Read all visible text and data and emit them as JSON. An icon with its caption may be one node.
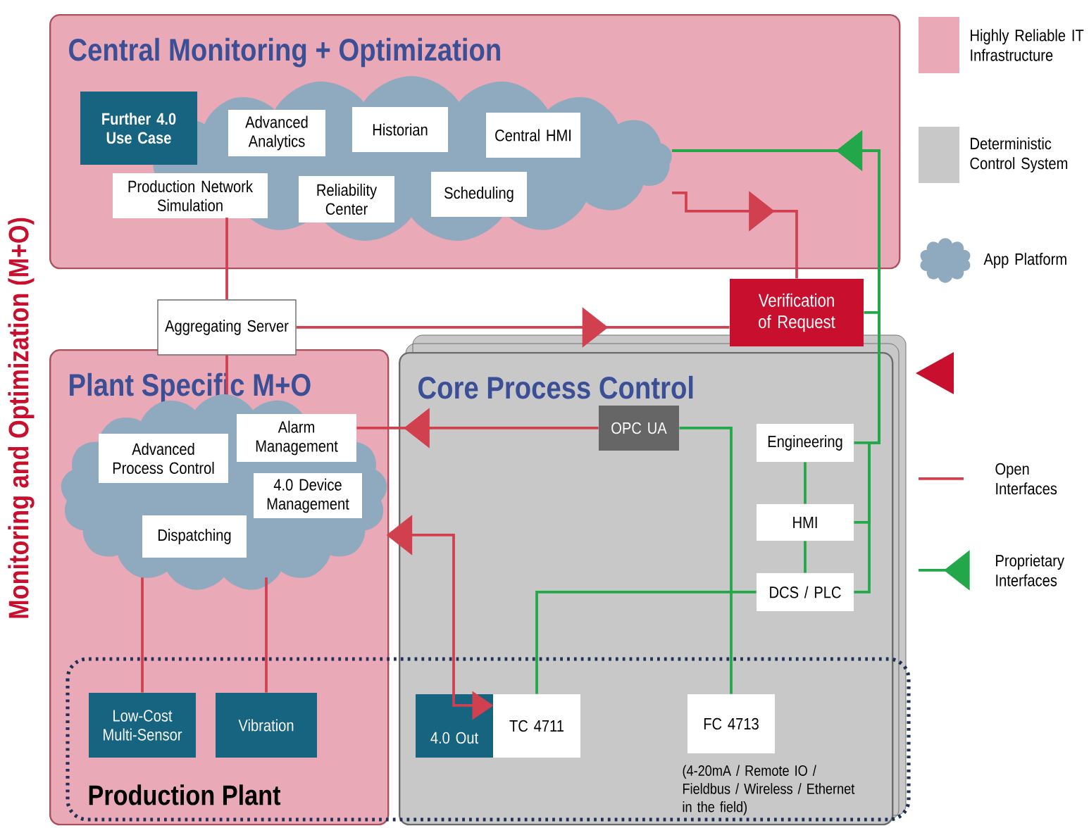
{
  "diagram": {
    "nodes": [
      {
        "text": [
          "Central Monitoring + Optimization"
        ]
      },
      {
        "text": [],
        "shape": "cloud",
        "in": 0
      },
      {
        "text": [
          "Further 4.0 Use Case"
        ],
        "in": 0
      },
      {
        "text": [
          "Advanced Analytics"
        ],
        "in": 1
      },
      {
        "text": [
          "Historian"
        ],
        "in": 1
      },
      {
        "text": [
          "Central HMI"
        ],
        "in": 1
      },
      {
        "text": [
          "Production Network Simulation"
        ],
        "in": 0
      },
      {
        "text": [
          "Reliability Center"
        ],
        "in": 1
      },
      {
        "text": [
          "Scheduling"
        ],
        "in": 1
      },
      {
        "text": [
          "Aggregating Server"
        ]
      },
      {
        "text": [
          "Verification of Request"
        ]
      },
      {
        "text": [
          "Plant  Specific M+O"
        ]
      },
      {
        "text": [],
        "shape": "cloud",
        "in": 11
      },
      {
        "text": [
          "Advanced Process Control"
        ],
        "in": 12
      },
      {
        "text": [
          "Alarm Management"
        ],
        "in": 12
      },
      {
        "text": [
          "4.0 Device Management"
        ],
        "in": 12
      },
      {
        "text": [
          "Dispatching"
        ],
        "in": 12
      },
      {
        "text": [
          "Core Process Control"
        ]
      },
      {
        "text": [
          "OPC UA"
        ],
        "in": 17
      },
      {
        "text": [
          "Engineering"
        ],
        "in": 17
      },
      {
        "text": [
          "HMI"
        ],
        "in": 17
      },
      {
        "text": [
          "DCS / PLC"
        ],
        "in": 17
      },
      {
        "text": [
          "Low-Cost Multi-Sensor"
        ],
        "in": 11
      },
      {
        "text": [
          "Vibration"
        ],
        "in": 11
      },
      {
        "text": [
          "4.0 Out"
        ],
        "in": 17
      },
      {
        "text": [
          "TC 4711"
        ],
        "in": 17
      },
      {
        "text": [
          "FC 4713"
        ],
        "in": 17
      }
    ],
    "edges": [
      {
        "from": 1,
        "to": 9,
        "arrow": "none"
      },
      {
        "from": 9,
        "to": 12,
        "arrow": "none"
      },
      {
        "from": 9,
        "to": 10,
        "arrow": "to"
      },
      {
        "from": 1,
        "to": 10,
        "arrow": "to"
      },
      {
        "from": 18,
        "to": 14,
        "arrow": "to"
      },
      {
        "from": 12,
        "to": 22,
        "arrow": "none"
      },
      {
        "from": 12,
        "to": 23,
        "arrow": "none"
      },
      {
        "from": 24,
        "to": 12,
        "arrow": "both"
      },
      {
        "from": 19,
        "to": 1,
        "arrow": "to",
        "color": "#22a84a"
      },
      {
        "from": 20,
        "to": 1,
        "arrow": "to",
        "color": "#22a84a"
      },
      {
        "from": 21,
        "to": 1,
        "arrow": "to",
        "color": "#22a84a"
      },
      {
        "from": 10,
        "to": 1,
        "arrow": "to",
        "color": "#22a84a"
      },
      {
        "from": 18,
        "to": 26,
        "arrow": "none",
        "color": "#22a84a"
      },
      {
        "from": 19,
        "to": 20,
        "arrow": "none",
        "color": "#22a84a"
      },
      {
        "from": 20,
        "to": 21,
        "arrow": "none",
        "color": "#22a84a"
      },
      {
        "from": 21,
        "to": 25,
        "arrow": "none",
        "color": "#22a84a"
      }
    ],
    "labels": [
      "Monitoring and Optimization (M+O)",
      "Production Plant",
      "(4-20mA / Remote IO / Fieldbus / Wireless / Ethernet in the field)"
    ],
    "legend": [
      {
        "text": "Highly Reliable IT Infrastructure",
        "color": "#eaa9b6"
      },
      {
        "text": "Deterministic Control System",
        "color": "#c8c8c8"
      },
      {
        "text": "App Platform"
      },
      {
        "text": "Open Interfaces"
      },
      {
        "text": "Proprietary Interfaces"
      }
    ]
  }
}
